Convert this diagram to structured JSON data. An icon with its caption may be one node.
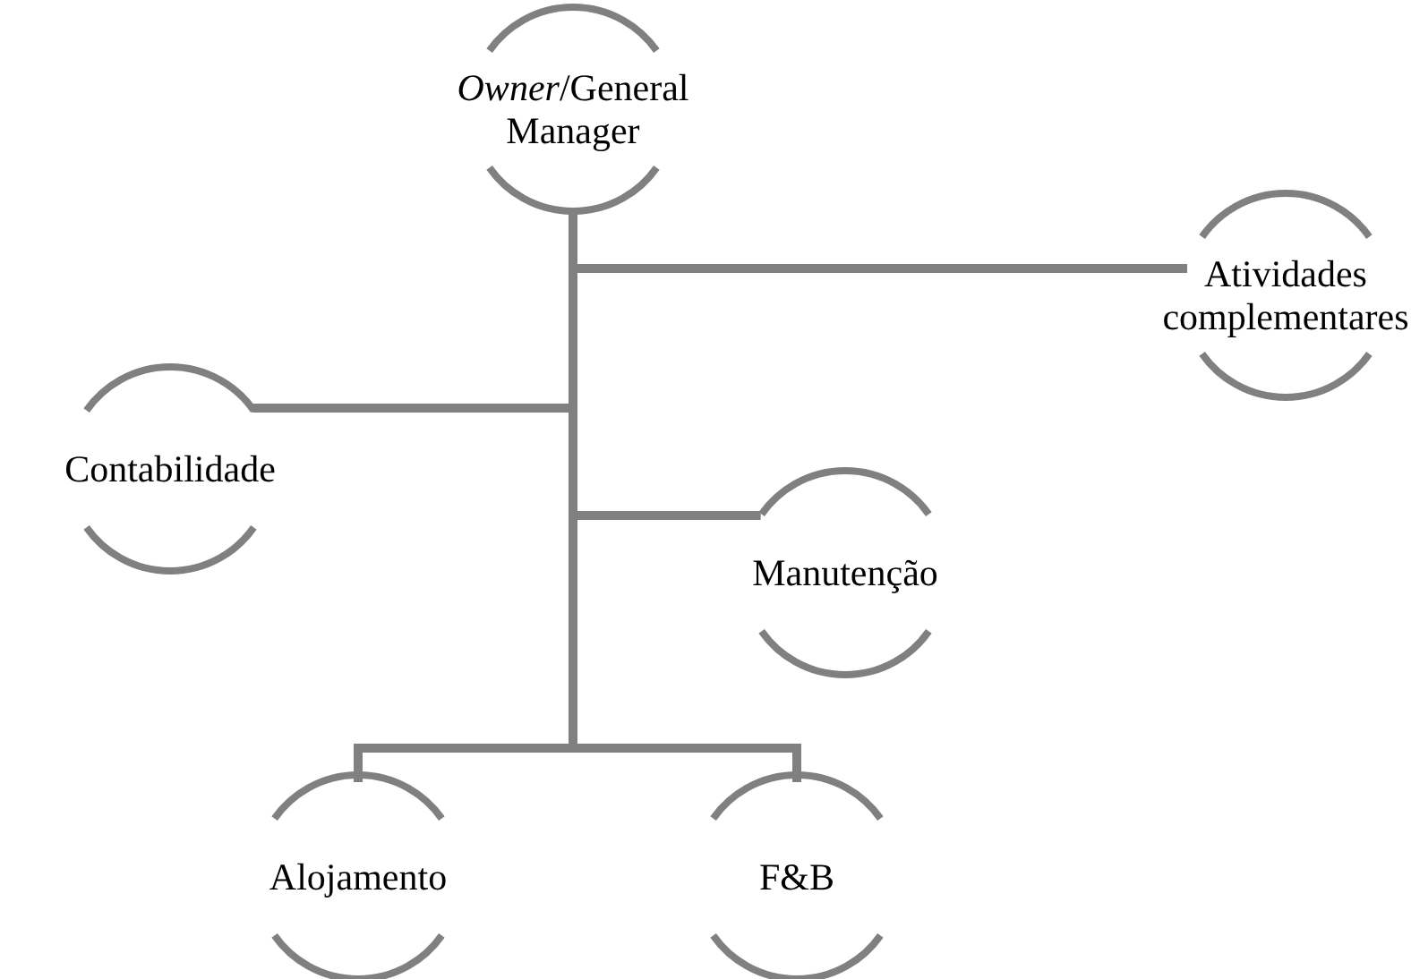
{
  "diagram": {
    "nodes": [
      {
        "text": [
          "*Owner*/General Manager"
        ]
      },
      {
        "text": [
          "Atividades complementares"
        ]
      },
      {
        "text": [
          "Contabilidade"
        ]
      },
      {
        "text": [
          "Manutenção"
        ]
      },
      {
        "text": [
          "Alojamento"
        ]
      },
      {
        "text": [
          "F&B"
        ]
      }
    ],
    "edges": [
      {
        "from": 0,
        "to": 1,
        "arrow": "none"
      },
      {
        "from": 0,
        "to": 2,
        "arrow": "none"
      },
      {
        "from": 0,
        "to": 3,
        "arrow": "none"
      },
      {
        "from": 0,
        "to": 4,
        "arrow": "none"
      },
      {
        "from": 0,
        "to": 5,
        "arrow": "none"
      }
    ]
  }
}
